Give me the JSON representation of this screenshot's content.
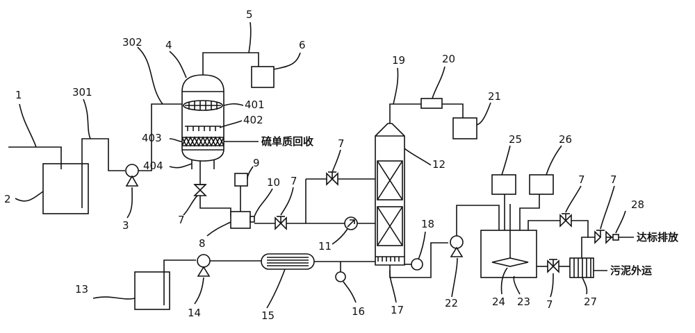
{
  "labels": {
    "n1": "1",
    "n2": "2",
    "n3": "3",
    "n4": "4",
    "n5": "5",
    "n6": "6",
    "n7a": "7",
    "n7b": "7",
    "n7c": "7",
    "n7d": "7",
    "n7e": "7",
    "n7f": "7",
    "n8": "8",
    "n9": "9",
    "n10": "10",
    "n11": "11",
    "n12": "12",
    "n13": "13",
    "n14": "14",
    "n15": "15",
    "n16": "16",
    "n17": "17",
    "n18": "18",
    "n19": "19",
    "n20": "20",
    "n21": "21",
    "n22": "22",
    "n23": "23",
    "n24": "24",
    "n25": "25",
    "n26": "26",
    "n27": "27",
    "n28": "28",
    "n301": "301",
    "n302": "302",
    "n401": "401",
    "n402": "402",
    "n403": "403",
    "n404": "404"
  },
  "annotations": {
    "sulfur_recovery": "硫单质回收",
    "discharge": "达标排放",
    "sludge": "污泥外运"
  }
}
